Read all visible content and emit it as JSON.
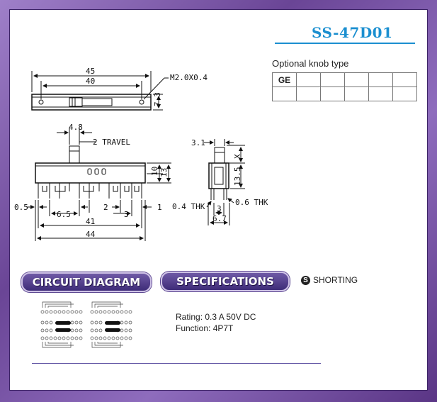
{
  "model": "SS-47D01",
  "knob": {
    "label": "Optional knob type",
    "type": "GE"
  },
  "top_view": {
    "d45": "45",
    "d40": "40",
    "screw": "M2.0X0.4",
    "h": "7.3"
  },
  "front_view": {
    "d48": "4.8",
    "travel": "2 TRAVEL",
    "d10": "10",
    "d13": "13",
    "d05": "0.5",
    "d65": "6.5",
    "d2": "2",
    "d3": "3",
    "d1": "1",
    "d41": "41",
    "d44": "44"
  },
  "side_view": {
    "d31": "3.1",
    "x": "X",
    "d135": "13.5",
    "thk04": "0.4 THK",
    "thk06": "0.6 THK",
    "d3": "3",
    "d67": "6.7"
  },
  "sections": {
    "circuit": "CIRCUIT DIAGRAM",
    "specs": "SPECIFICATIONS",
    "shorting": "SHORTING",
    "shorting_symbol": "S"
  },
  "specs": {
    "rating": "Rating: 0.3 A 50V DC",
    "function": "Function: 4P7T"
  }
}
